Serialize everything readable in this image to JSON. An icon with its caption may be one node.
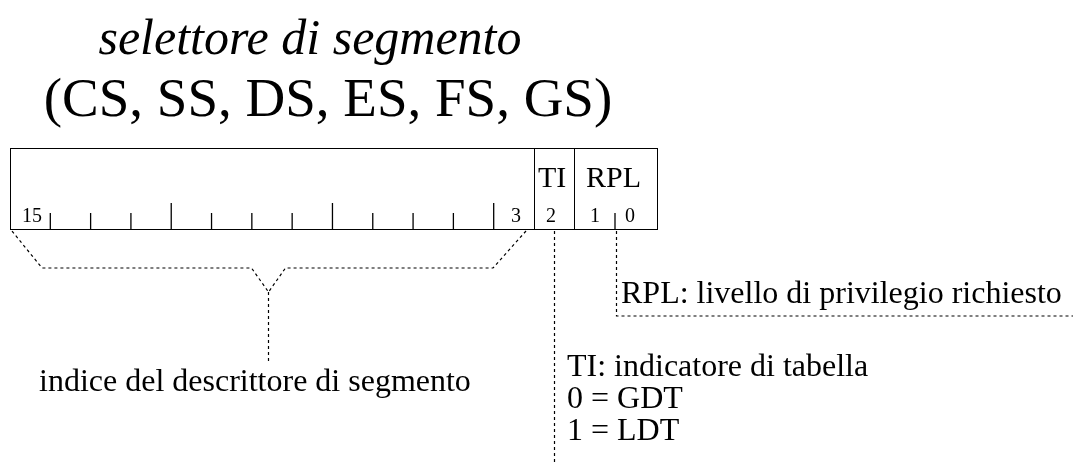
{
  "diagram": {
    "title": "selettore di segmento",
    "nodes": [
      {
        "text": [
          "15",
          "3"
        ]
      },
      {
        "text": [
          "TI",
          "2"
        ]
      },
      {
        "text": [
          "RPL",
          "1",
          "0"
        ]
      },
      {
        "text": [
          "indice del descrittore di segmento"
        ]
      },
      {
        "text": [
          "TI: indicatore di tabella",
          "0 = GDT",
          "1 = LDT"
        ]
      },
      {
        "text": [
          "RPL: livello di privilegio richiesto"
        ]
      }
    ],
    "edges": [
      {
        "from": 0,
        "to": 3,
        "arrow": "none",
        "style": "dashed"
      },
      {
        "from": 1,
        "to": 4,
        "arrow": "none",
        "style": "dashed"
      },
      {
        "from": 2,
        "to": 5,
        "arrow": "none",
        "style": "dashed"
      }
    ],
    "labels": [
      "(CS, SS, DS, ES, FS, GS)"
    ]
  }
}
